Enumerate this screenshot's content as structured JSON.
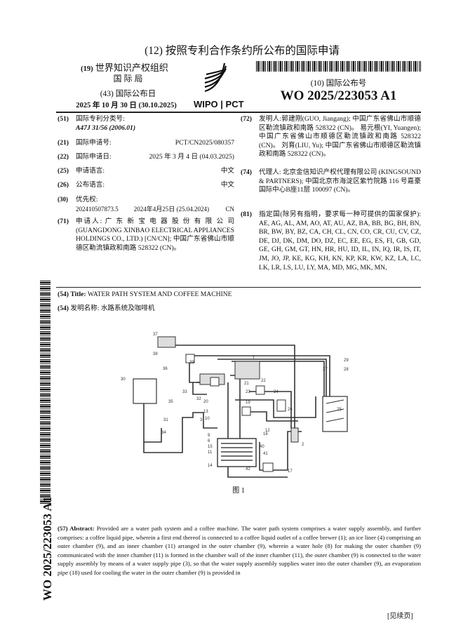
{
  "header": {
    "doc_type": "(12) 按照专利合作条约所公布的国际申请",
    "org_code": "(19)",
    "org_name": "世界知识产权组织",
    "bureau": "国 际 局",
    "pub_date_label": "(43) 国际公布日",
    "pub_date": "2025 年 10 月 30 日 (30.10.2025)",
    "logo_text": "WIPO | PCT",
    "pub_no_label": "(10) 国际公布号",
    "pub_no": "WO 2025/223053 A1"
  },
  "left_fields": [
    {
      "code": "(51)",
      "label": "国际专利分类号:",
      "value": "A47J 31/56 (2006.01)"
    },
    {
      "code": "(21)",
      "label": "国际申请号:",
      "value": "PCT/CN2025/080357"
    },
    {
      "code": "(22)",
      "label": "国际申请日:",
      "value": "2025 年 3 月 4 日 (04.03.2025)"
    },
    {
      "code": "(25)",
      "label": "申请语言:",
      "value": "中文"
    },
    {
      "code": "(26)",
      "label": "公布语言:",
      "value": "中文"
    },
    {
      "code": "(30)",
      "label": "优先权:",
      "value": "202410507873.5",
      "value2": "2024年4月25日 (25.04.2024)",
      "value3": "CN"
    },
    {
      "code": "(71)",
      "label": "申请人:",
      "value": "广 东 新 宝 电 器 股 份 有 限 公 司 (GUANGDONG XINBAO ELECTRICAL APPLIANCES HOLDINGS CO., LTD.) [CN/CN]; 中国广东省佛山市顺德区勒流镇政和南路 528322 (CN)。"
    }
  ],
  "right_fields": [
    {
      "code": "(72)",
      "label": "发明人:",
      "value": "郭建刚(GUO, Jiangang); 中国广东省佛山市顺德区勒流镇政和南路 528322 (CN)。 易元根(YI, Yuangen); 中国广东省佛山市顺德区勒流镇政和南路 528322 (CN)。 刘育(LIU, Yu); 中国广东省佛山市顺德区勒流镇政和南路 528322 (CN)。"
    },
    {
      "code": "(74)",
      "label": "代理人:",
      "value": "北京金信知识产权代理有限公司 (KINGSOUND & PARTNERS); 中国北京市海淀区紫竹院路 116 号嘉豪国际中心B座11层 100097 (CN)。"
    },
    {
      "code": "(81)",
      "label": "指定国(除另有指明，要求每一种可提供的国家保护):",
      "value": "AE, AG, AL, AM, AO, AT, AU, AZ, BA, BB, BG, BH, BN, BR, BW, BY, BZ, CA, CH, CL, CN, CO, CR, CU, CV, CZ, DE, DJ, DK, DM, DO, DZ, EC, EE, EG, ES, FI, GB, GD, GE, GH, GM, GT, HN, HR, HU, ID, IL, IN, IQ, IR, IS, IT, JM, JO, JP, KE, KG, KH, KN, KP, KR, KW, KZ, LA, LC, LK, LR, LS, LU, LY, MA, MD, MG, MK, MN,"
    }
  ],
  "title": {
    "code": "(54)",
    "label_en": "Title:",
    "value_en": "WATER PATH SYSTEM AND COFFEE MACHINE",
    "label_cn": "发明名称:",
    "value_cn": "水路系统及咖啡机"
  },
  "figure": {
    "caption": "图 1",
    "labels": [
      "37",
      "38",
      "36",
      "39",
      "1",
      "30",
      "32",
      "33",
      "35",
      "31",
      "34",
      "3",
      "20",
      "13",
      "10",
      "21",
      "23",
      "24",
      "22",
      "19",
      "12",
      "9",
      "6",
      "15",
      "16",
      "11",
      "14",
      "40",
      "41",
      "42",
      "17",
      "2",
      "29",
      "27",
      "28",
      "25",
      "26"
    ]
  },
  "abstract": {
    "label": "(57) Abstract:",
    "text": "Provided are a water path system and a coffee machine. The water path system comprises a water supply assembly, and further comprises: a coffee liquid pipe, wherein a first end thereof is connected to a coffee liquid outlet of a coffee brewer (1); an ice liner (4) comprising an outer chamber (9), and an inner chamber (11) arranged in the outer chamber (9), wherein a water hole (8) for making the outer chamber (9) communicated with the inner chamber (11) is formed in the chamber wall of the inner chamber (11), the outer chamber (9) is connected to the water supply assembly by means of a water supply pipe (3), so that the water supply assembly supplies water into the outer chamber (9), an evaporation pipe (18) used for cooling the water in the outer chamber (9) is provided in"
  },
  "side_number": "WO 2025/223053 A1",
  "footer": {
    "continued": "[见续页]"
  }
}
